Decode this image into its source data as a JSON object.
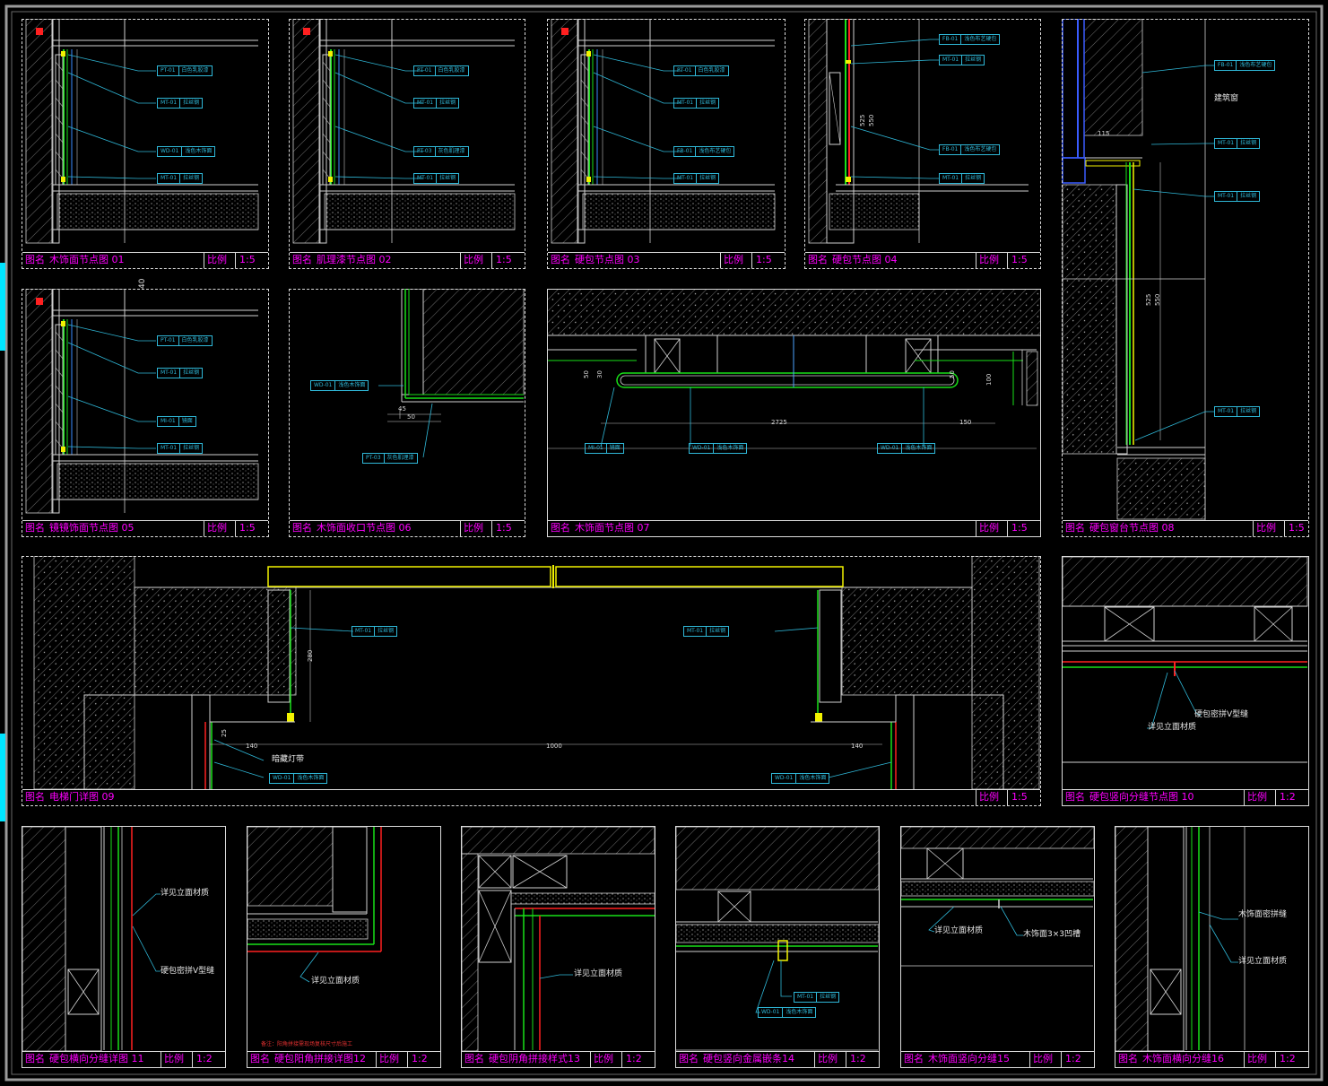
{
  "colors": {
    "background": "#000000",
    "border": "#dcdcdc",
    "title": "#ff00ff",
    "leader": "#2fb8d8",
    "finish_green": "#18e018",
    "finish_yellow": "#f2f200",
    "finish_red": "#ff2020",
    "cyan_marker": "#00e5ff"
  },
  "labels": {
    "name_prefix": "图名",
    "scale_prefix": "比例"
  },
  "panels": [
    {
      "title": "木饰面节点图 01",
      "scale": "1:5",
      "tags": [
        {
          "code": "PT-01",
          "desc": "白色乳胶漆"
        },
        {
          "code": "MT-01",
          "desc": "拉丝钢"
        },
        {
          "code": "WD-01",
          "desc": "浅色木饰面"
        },
        {
          "code": "MT-01",
          "desc": "拉丝钢"
        }
      ]
    },
    {
      "title": "肌理漆节点图 02",
      "scale": "1:5",
      "tags": [
        {
          "code": "PT-01",
          "desc": "白色乳胶漆"
        },
        {
          "code": "MT-01",
          "desc": "拉丝钢"
        },
        {
          "code": "PT-03",
          "desc": "灰色肌理漆"
        },
        {
          "code": "MT-01",
          "desc": "拉丝钢"
        }
      ]
    },
    {
      "title": "硬包节点图 03",
      "scale": "1:5",
      "tags": [
        {
          "code": "PT-01",
          "desc": "白色乳胶漆"
        },
        {
          "code": "MT-01",
          "desc": "拉丝钢"
        },
        {
          "code": "FB-01",
          "desc": "浅色布艺硬包"
        },
        {
          "code": "MT-01",
          "desc": "拉丝钢"
        }
      ]
    },
    {
      "title": "硬包节点图 04",
      "scale": "1:5",
      "dims": [
        "525",
        "550"
      ],
      "tags": [
        {
          "code": "FB-01",
          "desc": "浅色布艺硬包"
        },
        {
          "code": "MT-01",
          "desc": "拉丝钢"
        },
        {
          "code": "FB-01",
          "desc": "浅色布艺硬包"
        },
        {
          "code": "MT-01",
          "desc": "拉丝钢"
        }
      ]
    },
    {
      "title": "硬包窗台节点图 08",
      "scale": "1:5",
      "note": "建筑窗",
      "dims": [
        "525",
        "550",
        "115",
        "40"
      ],
      "tags": [
        {
          "code": "FB-01",
          "desc": "浅色布艺硬包"
        },
        {
          "code": "MT-01",
          "desc": "拉丝钢"
        },
        {
          "code": "MT-01",
          "desc": "拉丝钢"
        },
        {
          "code": "MT-01",
          "desc": "拉丝钢"
        }
      ]
    },
    {
      "title": "镜镜饰面节点图 05",
      "scale": "1:5",
      "tags": [
        {
          "code": "PT-01",
          "desc": "白色乳胶漆"
        },
        {
          "code": "MT-01",
          "desc": "拉丝钢"
        },
        {
          "code": "MI-01",
          "desc": "镜面"
        },
        {
          "code": "MT-01",
          "desc": "拉丝钢"
        }
      ]
    },
    {
      "title": "木饰面收口节点图 06",
      "scale": "1:5",
      "dims": [
        "45",
        "50"
      ],
      "tags": [
        {
          "code": "WD-01",
          "desc": "浅色木饰面"
        },
        {
          "code": "PT-03",
          "desc": "灰色肌理漆"
        }
      ]
    },
    {
      "title": "木饰面节点图 07",
      "scale": "1:5",
      "dims": [
        "2725",
        "150",
        "50",
        "30",
        "50",
        "100"
      ],
      "tags": [
        {
          "code": "MI-01",
          "desc": "镜面"
        },
        {
          "code": "WD-01",
          "desc": "浅色木饰面"
        },
        {
          "code": "WD-01",
          "desc": "浅色木饰面"
        }
      ]
    },
    {
      "title": "电梯门详图 09",
      "scale": "1:5",
      "dims": [
        "1000",
        "140",
        "140",
        "280",
        "25"
      ],
      "note": "暗藏灯带",
      "tags": [
        {
          "code": "MT-01",
          "desc": "拉丝钢"
        },
        {
          "code": "MT-01",
          "desc": "拉丝钢"
        },
        {
          "code": "WD-01",
          "desc": "浅色木饰面"
        },
        {
          "code": "WD-01",
          "desc": "浅色木饰面"
        }
      ]
    },
    {
      "title": "硬包竖向分缝节点图 10",
      "scale": "1:2",
      "notes": [
        "硬包密拼V型缝",
        "详见立面材质"
      ]
    },
    {
      "title": "硬包横向分缝详图 11",
      "scale": "1:2",
      "notes": [
        "详见立面材质",
        "硬包密拼V型缝"
      ]
    },
    {
      "title": "硬包阳角拼接详图12",
      "scale": "1:2",
      "notes": [
        "详见立面材质"
      ],
      "remark": "备注：阳角拼接需现场复核尺寸后施工"
    },
    {
      "title": "硬包阴角拼接样式13",
      "scale": "1:2",
      "notes": [
        "详见立面材质"
      ]
    },
    {
      "title": "硬包竖向金属嵌条14",
      "scale": "1:2",
      "tags": [
        {
          "code": "MT-01",
          "desc": "拉丝钢"
        },
        {
          "code": "WD-01",
          "desc": "浅色木饰面"
        }
      ]
    },
    {
      "title": "木饰面竖向分缝15",
      "scale": "1:2",
      "notes": [
        "详见立面材质",
        "木饰面3×3凹槽"
      ]
    },
    {
      "title": "木饰面横向分缝16",
      "scale": "1:2",
      "notes": [
        "木饰面密拼缝",
        "详见立面材质"
      ]
    }
  ]
}
